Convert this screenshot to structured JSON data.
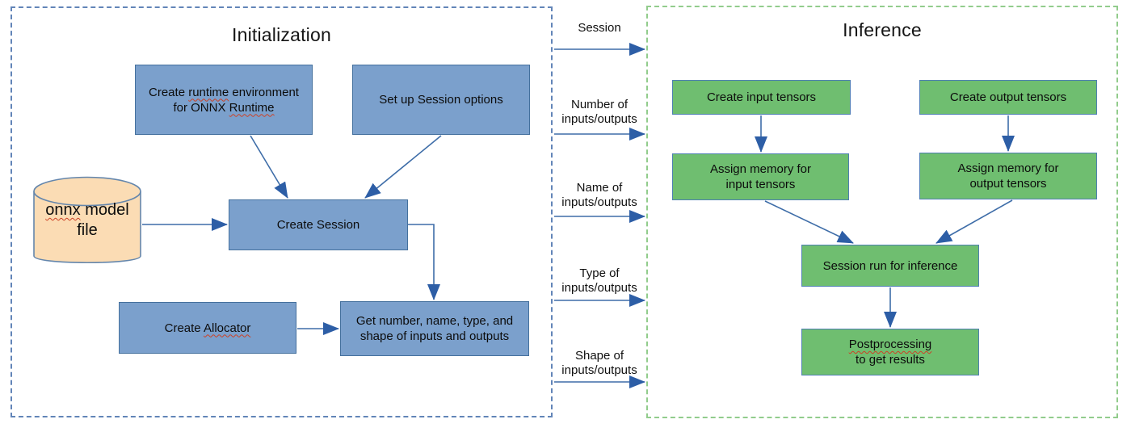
{
  "initialization": {
    "title": "Initialization",
    "create_env": {
      "l1a": "Create ",
      "l1b": "runtime",
      "l1c": " environment",
      "l2a": "for ONNX ",
      "l2b": "Runtime"
    },
    "session_options": {
      "label": "Set up Session options"
    },
    "create_session": {
      "label": "Create Session"
    },
    "model_file": {
      "l1a": "onnx",
      "l1b": " model",
      "l2": "file"
    },
    "create_allocator": {
      "a": "Create ",
      "b": "Allocator"
    },
    "get_info": {
      "l1": "Get number, name, type, and",
      "l2": "shape of inputs and outputs"
    }
  },
  "flows": {
    "session": "Session",
    "number_l1": "Number of",
    "number_l2": "inputs/outputs",
    "name_l1": "Name of",
    "name_l2": "inputs/outputs",
    "type_l1": "Type of",
    "type_l2": "inputs/outputs",
    "shape_l1": "Shape of",
    "shape_l2": "inputs/outputs"
  },
  "inference": {
    "title": "Inference",
    "create_input": "Create input tensors",
    "create_output": "Create output tensors",
    "assign_input_l1": "Assign memory for",
    "assign_input_l2": "input tensors",
    "assign_output_l1": "Assign memory for",
    "assign_output_l2": "output tensors",
    "session_run": "Session run for inference",
    "post_l1": "Postprocessing",
    "post_l2": "to get results"
  },
  "colors": {
    "blue_node_fill": "#7ba0cc",
    "blue_node_border": "#44709d",
    "green_node_fill": "#6fbe70",
    "green_node_border": "#4e7fb2",
    "cylinder_fill": "#fbdcb4",
    "cylinder_border": "#6486ac",
    "arrow": "#3465a4",
    "arrow_head": "#2d5ea6",
    "init_region_border": "#6285b8",
    "inference_region_border": "#92cc8c",
    "spellcheck_squiggle": "#cc4125"
  }
}
